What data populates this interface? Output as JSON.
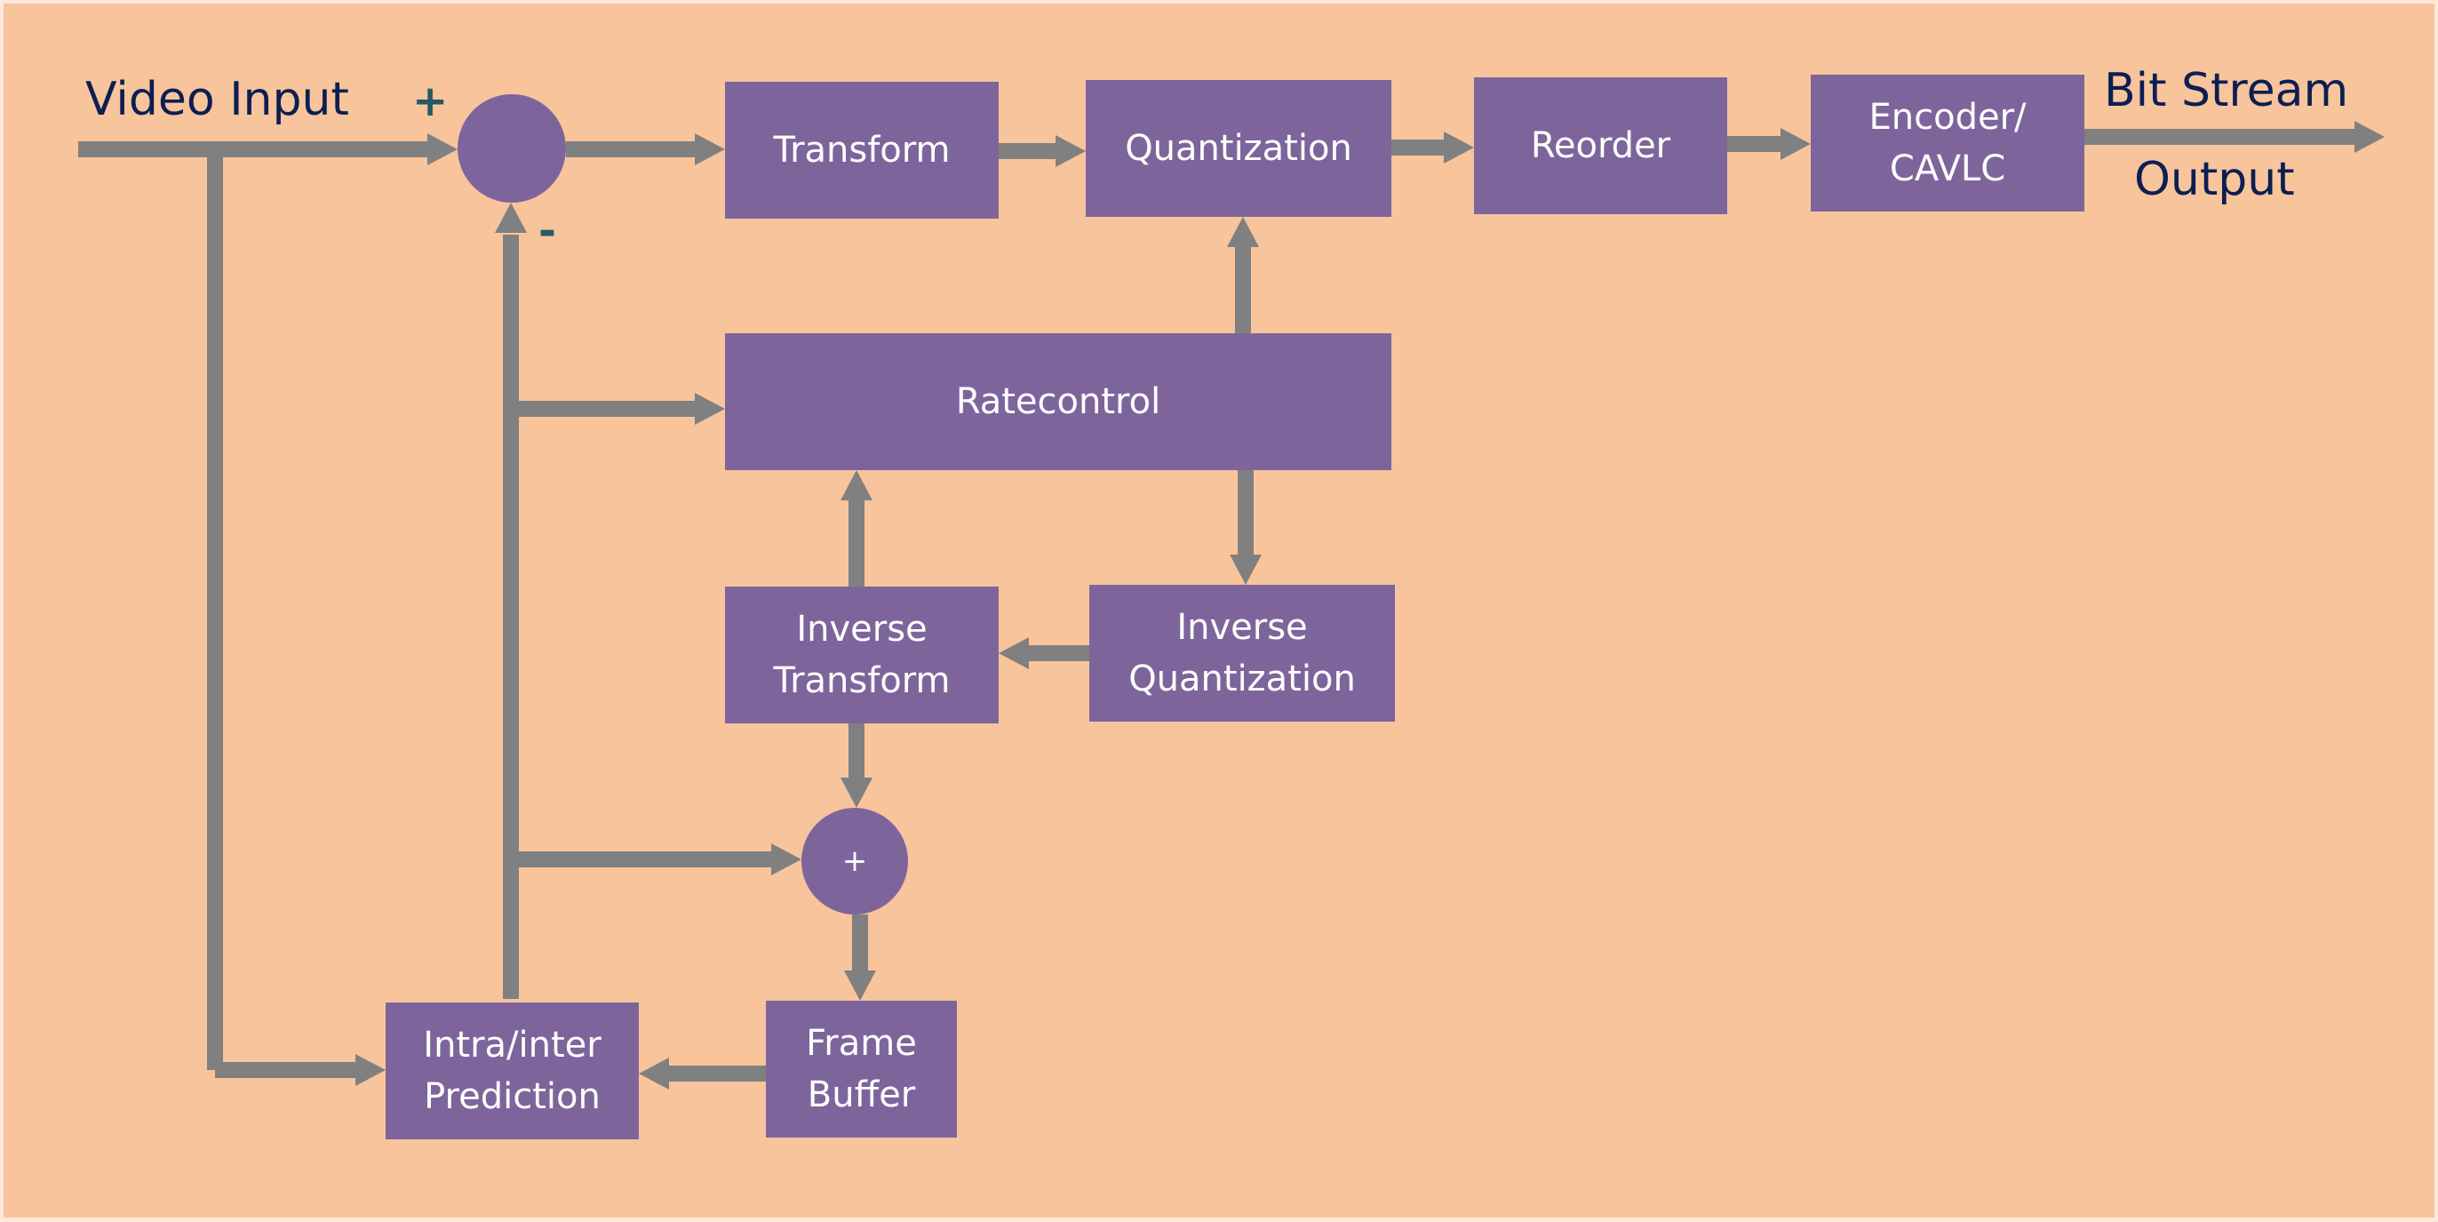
{
  "diagram": {
    "title": "H.264 video encoder block diagram",
    "input_label": "Video Input",
    "output_label_line1": "Bit Stream",
    "output_label_line2": "Output",
    "plus_sign": "+",
    "minus_sign": "-",
    "adder_sign": "+",
    "blocks": {
      "transform": "Transform",
      "quantization": "Quantization",
      "reorder": "Reorder",
      "encoder": "Encoder/\nCAVLC",
      "ratecontrol": "Ratecontrol",
      "inverse_transform": "Inverse\nTransform",
      "inverse_quantization": "Inverse\nQuantization",
      "prediction": "Intra/inter\nPrediction",
      "frame_buffer": "Frame\nBuffer"
    },
    "colors": {
      "background": "#f8c49c",
      "block": "#7d659c",
      "arrow": "#808080",
      "label": "#0c1f52",
      "sign": "#245a63"
    }
  }
}
